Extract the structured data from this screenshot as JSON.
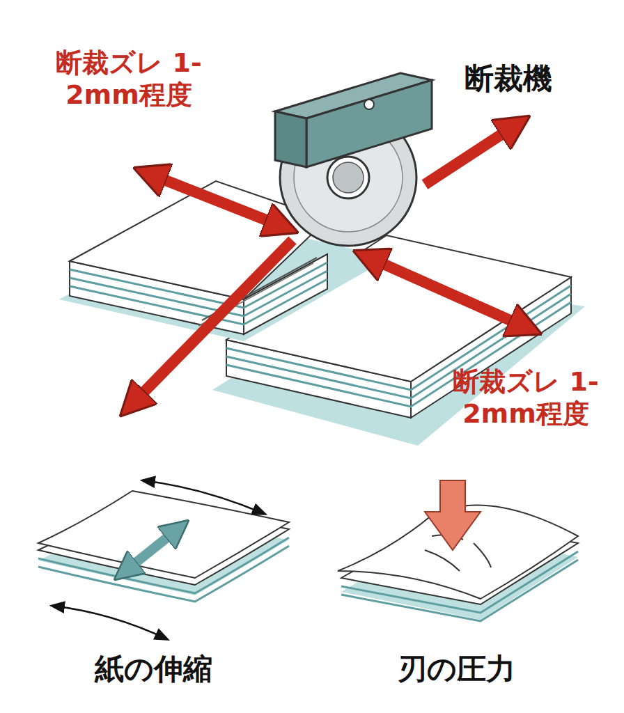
{
  "diagram": {
    "labels": [
      "断裁ズレ 1-2mm程度",
      "断裁機",
      "断裁ズレ 1-2mm程度",
      "紙の伸縮",
      "刃の圧力"
    ]
  }
}
